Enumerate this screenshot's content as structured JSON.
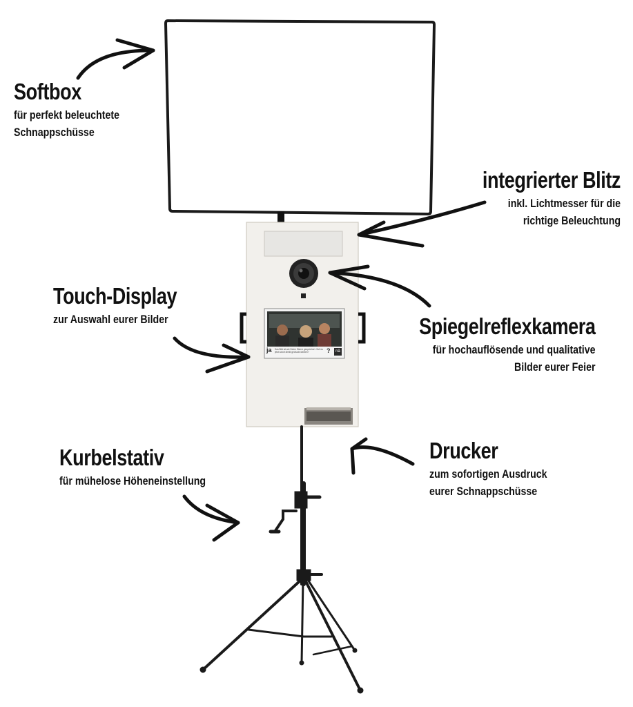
{
  "labels": {
    "softbox": {
      "title": "Softbox",
      "lines": [
        "für perfekt beleuchtete",
        "Schnappschüsse"
      ]
    },
    "blitz": {
      "title": "integrierter Blitz",
      "lines": [
        "inkl. Lichtmesser für die",
        "richtige Beleuchtung"
      ]
    },
    "display": {
      "title": "Touch-Display",
      "lines": [
        "zur Auswahl eurer Bilder"
      ]
    },
    "kamera": {
      "title": "Spiegelreflexkamera",
      "lines": [
        "für hochauflösende und qualitative",
        "Bilder eurer Feier"
      ]
    },
    "stativ": {
      "title": "Kurbelstativ",
      "lines": [
        "für mühelose Höheneinstellung"
      ]
    },
    "drucker": {
      "title": "Drucker",
      "lines": [
        "zum sofortigen Ausdruck",
        "eurer Schnappschüsse"
      ]
    }
  },
  "screen": {
    "logo": "ja",
    "caption": "Das Bild ist wie Deine Sterne gespeichert. Soll es jetzt sofort direkt gedruckt werden?",
    "question": "?",
    "badge": "nä"
  },
  "colors": {
    "ink": "#111111",
    "booth": "#f2f0ec",
    "stand": "#1a1a1a"
  }
}
